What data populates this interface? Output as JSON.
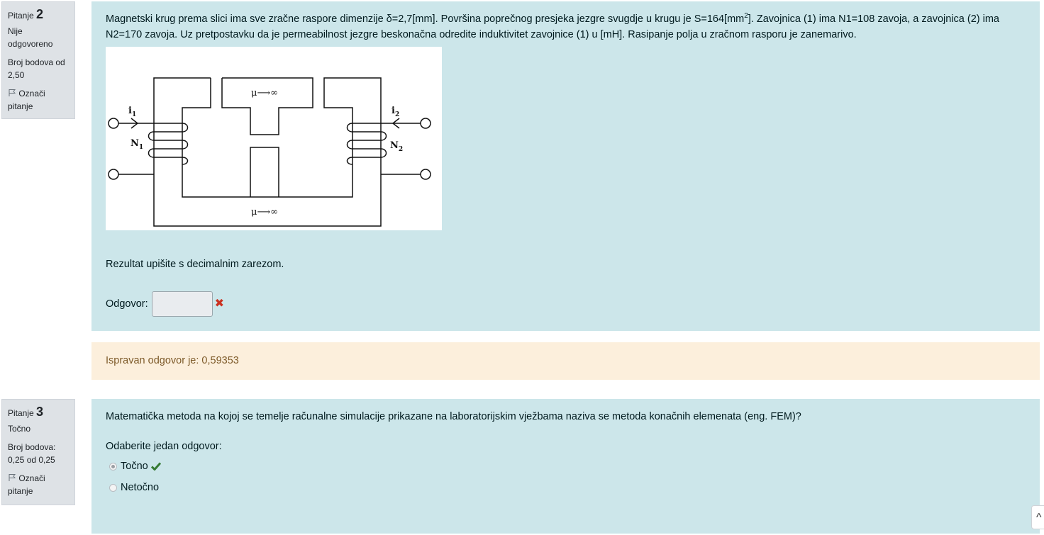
{
  "q2": {
    "label": "Pitanje",
    "number": "2",
    "state": "Nije odgovoreno",
    "grade": "Broj bodova od 2,50",
    "flag": "Označi pitanje",
    "text_before_sq": "Magnetski krug prema slici ima sve zračne raspore dimenzije δ=2,7[mm]. Površina poprečnog presjeka jezgre svugdje u krugu je S=164[mm",
    "sup": "2",
    "text_after_sq": "]. Zavojnica (1) ima N1=108 zavoja, a zavojnica (2) ima N2=170 zavoja. Uz pretpostavku da je permeabilnost jezgre beskonačna odredite induktivitet zavojnice (1) u [mH]. Rasipanje polja u zračnom rasporu je zanemarivo.",
    "figure": {
      "mu_top": "μ⟶∞",
      "mu_bottom": "μ⟶∞",
      "i1": "i",
      "i1_sub": "1",
      "i2": "i",
      "i2_sub": "2",
      "n1": "N",
      "n1_sub": "1",
      "n2": "N",
      "n2_sub": "2"
    },
    "hint": "Rezultat upišite s decimalnim zarezom.",
    "answer_label": "Odgovor:",
    "answer_value": "",
    "incorrect_icon": "✖",
    "feedback": "Ispravan odgovor je: 0,59353"
  },
  "q3": {
    "label": "Pitanje",
    "number": "3",
    "state": "Točno",
    "grade": "Broj bodova: 0,25 od 0,25",
    "flag": "Označi pitanje",
    "text": "Matematička metoda na kojoj se temelje računalne simulacije prikazane na laboratorijskim vježbama naziva se metoda konačnih elemenata (eng. FEM)?",
    "prompt": "Odaberite jedan odgovor:",
    "options": [
      {
        "label": "Točno",
        "selected": true,
        "correct": true
      },
      {
        "label": "Netočno",
        "selected": false,
        "correct": false
      }
    ]
  },
  "scroll_top_icon": "^"
}
